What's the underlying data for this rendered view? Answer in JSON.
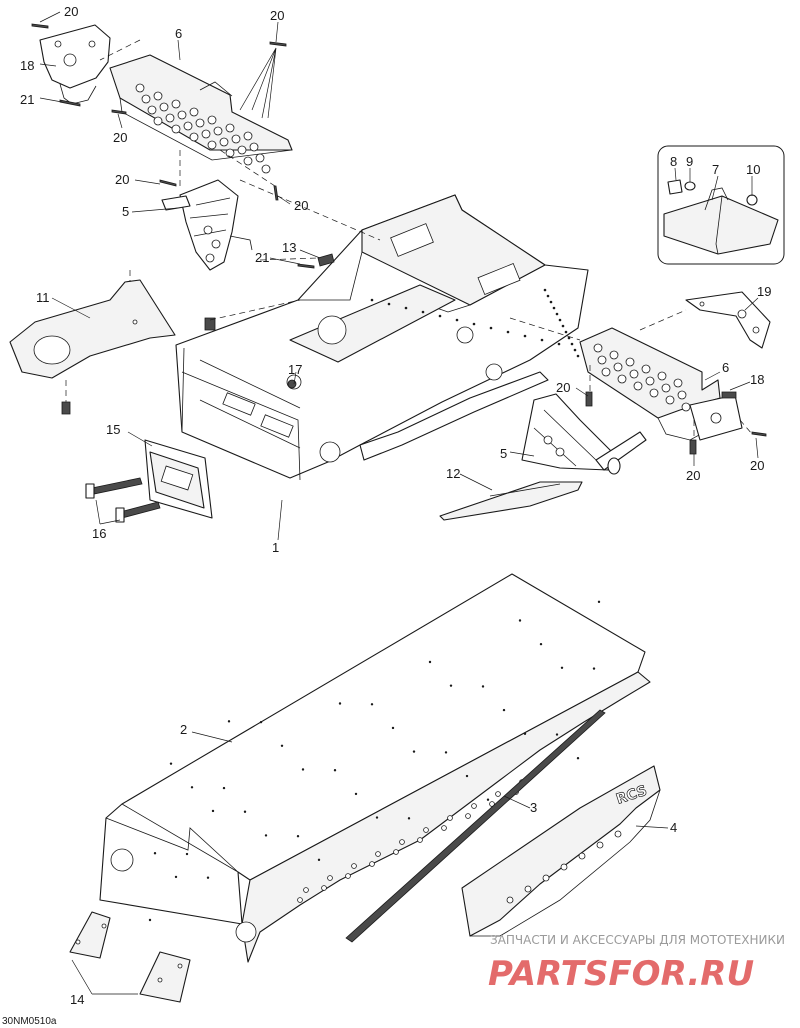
{
  "diagram": {
    "callouts": [
      "20",
      "20",
      "6",
      "18",
      "21",
      "20",
      "20",
      "20",
      "5",
      "21",
      "13",
      "11",
      "17",
      "15",
      "16",
      "1",
      "8",
      "9",
      "7",
      "10",
      "19",
      "6",
      "20",
      "18",
      "5",
      "20",
      "20",
      "12",
      "2",
      "3",
      "4",
      "14"
    ],
    "drawing_code": "30NM0510a",
    "embossed_text": "RCS"
  },
  "watermark": {
    "line1": "ЗАПЧАСТИ И АКСЕССУАРЫ ДЛЯ МОТОТЕХНИКИ",
    "line2": "PARTSFOR.RU"
  }
}
